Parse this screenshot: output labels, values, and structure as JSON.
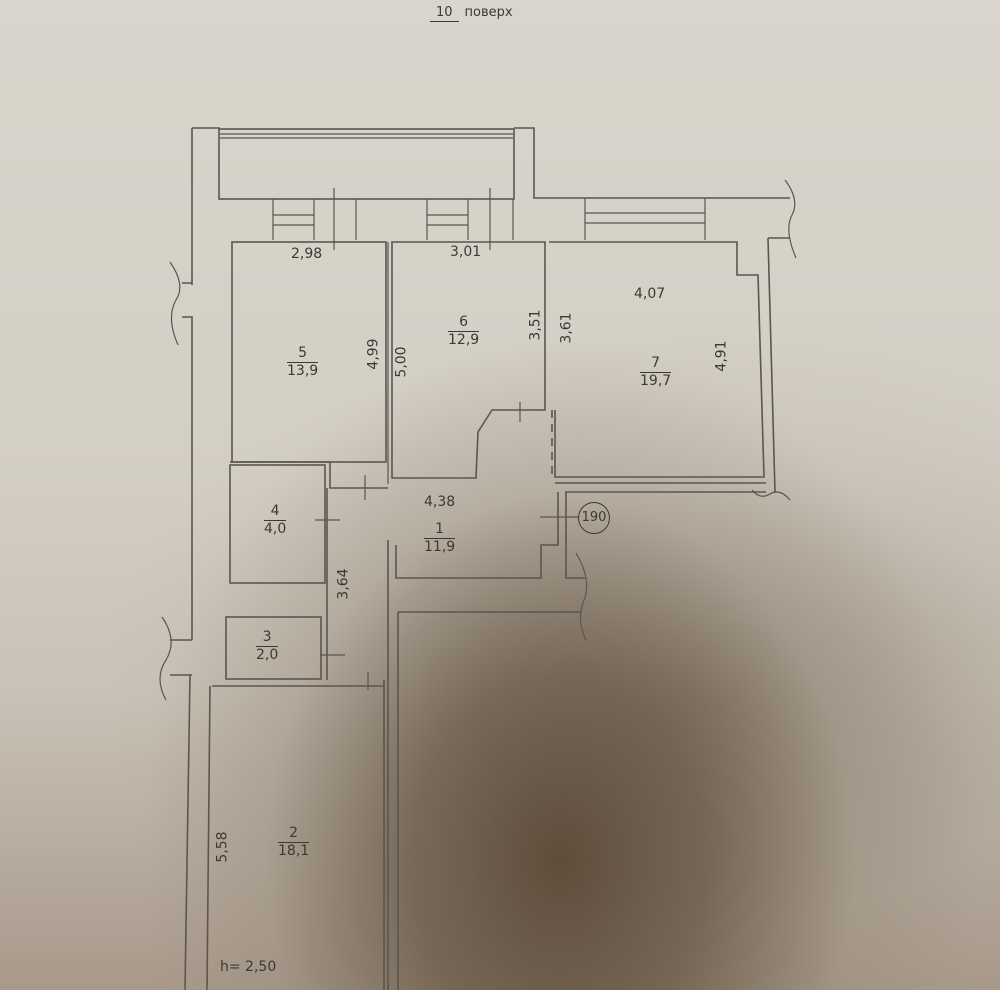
{
  "header": {
    "floor_number": "10",
    "floor_label": "поверх"
  },
  "rooms": [
    {
      "id": "1",
      "number": "1",
      "area": "11,9"
    },
    {
      "id": "2",
      "number": "2",
      "area": "18,1"
    },
    {
      "id": "3",
      "number": "3",
      "area": "2,0"
    },
    {
      "id": "4",
      "number": "4",
      "area": "4,0"
    },
    {
      "id": "5",
      "number": "5",
      "area": "13,9"
    },
    {
      "id": "6",
      "number": "6",
      "area": "12,9"
    },
    {
      "id": "7",
      "number": "7",
      "area": "19,7"
    }
  ],
  "dimensions": {
    "room5_width": "2,98",
    "room5_length": "4,99",
    "room6_width": "3,01",
    "room6_length_left": "5,00",
    "room6_length_right": "3,51",
    "room7_width": "4,07",
    "room7_length_left": "3,61",
    "room7_length_right": "4,91",
    "hall_width": "4,38",
    "hall_length": "3,64",
    "room2_length": "5,58"
  },
  "ceiling_height": "h= 2,50",
  "axis_marker": "190",
  "colors": {
    "paper": "#d6d1c7",
    "ink": "#3c3934",
    "shadow": "#5e4c3c"
  }
}
